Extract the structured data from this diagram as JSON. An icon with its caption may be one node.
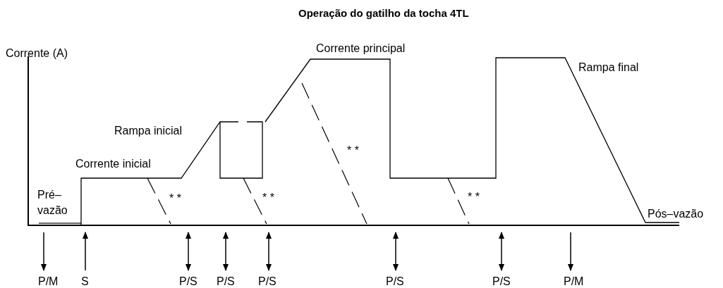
{
  "diagram": {
    "title": "Operação do gatilho da tocha 4TL",
    "labels": [
      "Corrente (A)",
      "Corrente principal",
      "Rampa final",
      "Rampa inicial",
      "Corrente inicial",
      "* *",
      "* *",
      "* *",
      "Pré– vazão",
      "* *",
      "Pós–vazão",
      "P/M",
      "S",
      "P/S",
      "P/S",
      "P/S",
      "P/S",
      "P/S",
      "P/M"
    ]
  }
}
